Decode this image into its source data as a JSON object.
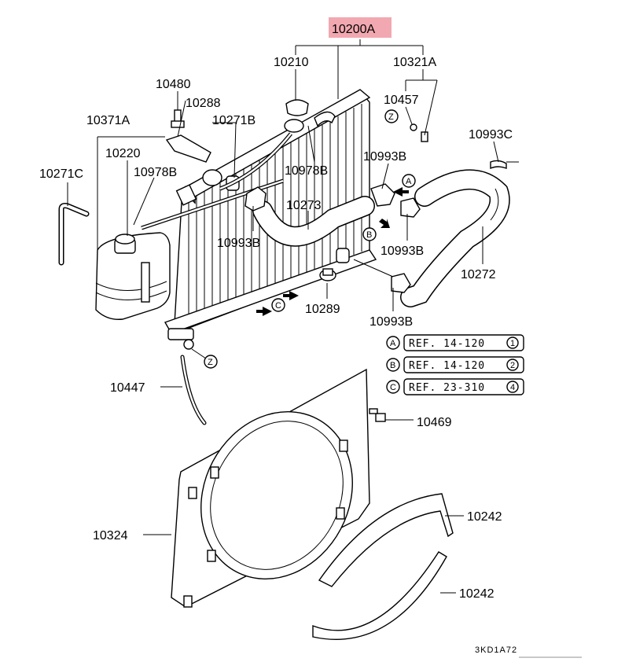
{
  "diagram": {
    "main_part": "10200A",
    "highlight_color": "#f2a8b0",
    "labels": {
      "p10200A": "10200A",
      "p10210": "10210",
      "p10321A": "10321A",
      "p10457": "10457",
      "p10480": "10480",
      "p10288": "10288",
      "p10271B": "10271B",
      "p10371A": "10371A",
      "p10220": "10220",
      "p10271C": "10271C",
      "p10978B_a": "10978B",
      "p10978B_b": "10978B",
      "p10993C": "10993C",
      "p10993B_a": "10993B",
      "p10993B_b": "10993B",
      "p10993B_c": "10993B",
      "p10993B_d": "10993B",
      "p10273": "10273",
      "p10272": "10272",
      "p10289": "10289",
      "p10447": "10447",
      "p10469": "10469",
      "p10324": "10324",
      "p10242_a": "10242",
      "p10242_b": "10242"
    },
    "markers": {
      "z": "Z",
      "a": "A",
      "b": "B",
      "c": "C"
    },
    "references": [
      {
        "letter": "A",
        "text": "REF. 14-120",
        "num": "1"
      },
      {
        "letter": "B",
        "text": "REF. 14-120",
        "num": "2"
      },
      {
        "letter": "C",
        "text": "REF. 23-310",
        "num": "4"
      }
    ],
    "drawing_code": "3KD1A72"
  }
}
